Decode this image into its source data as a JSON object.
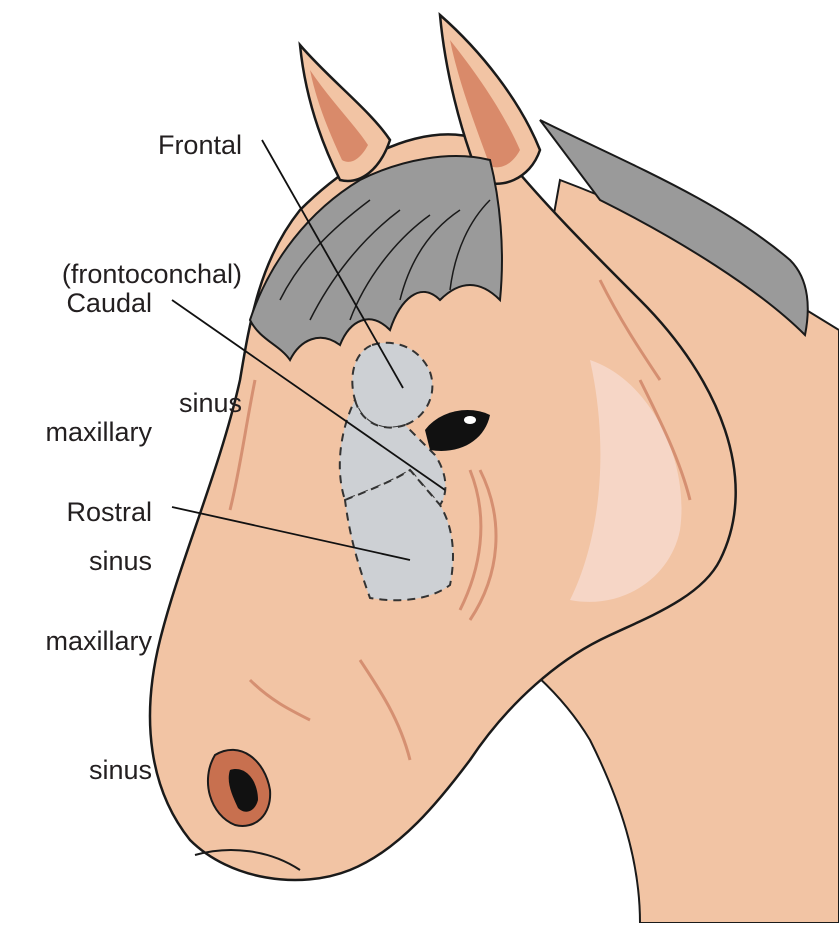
{
  "figure": {
    "subject": "horse head, left lateral view",
    "labels": {
      "frontal": [
        "Frontal",
        "(frontoconchal)",
        "sinus"
      ],
      "caudal": [
        "Caudal",
        "maxillary",
        "sinus"
      ],
      "rostral": [
        "Rostral",
        "maxillary",
        "sinus"
      ]
    },
    "colors": {
      "coat": "#f2c4a4",
      "coat_shadow": "#e3a382",
      "coat_highlight": "#f6d6c6",
      "mane": "#9a9a9a",
      "sinus_fill": "#cdd0d4",
      "outline": "#1a1a1a",
      "inner_ear": "#d98a6a",
      "nostril": "#c8704f"
    }
  }
}
